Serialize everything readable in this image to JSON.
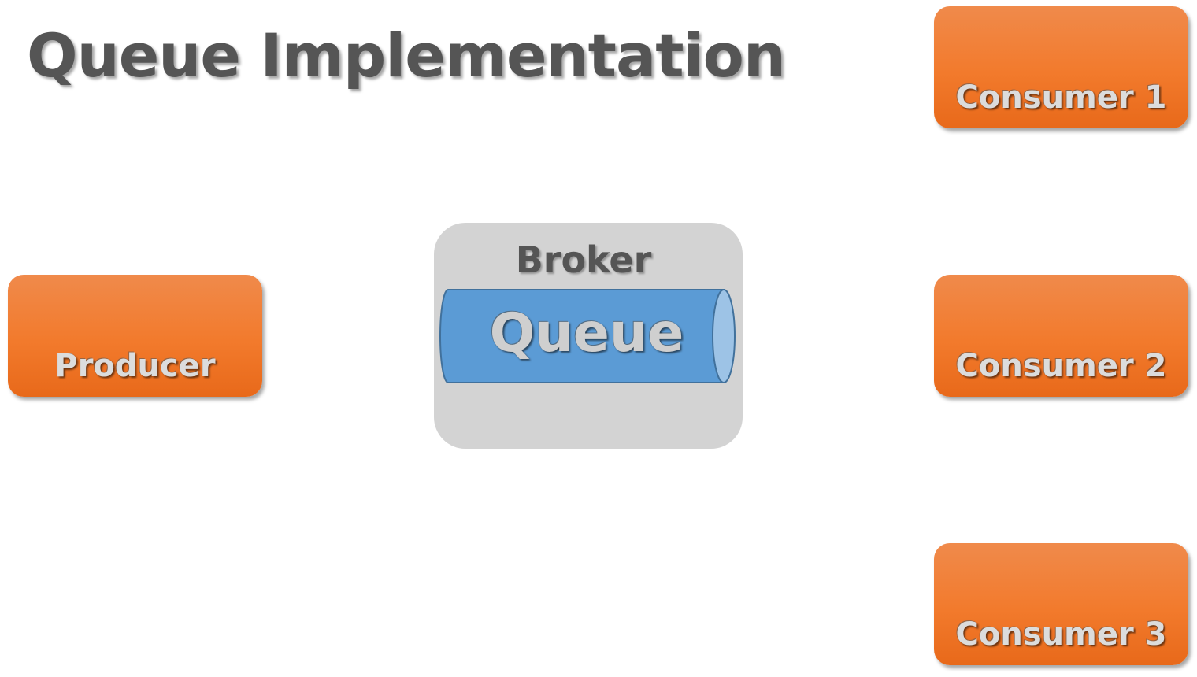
{
  "title": "Queue Implementation",
  "producer": {
    "label": "Producer"
  },
  "broker": {
    "label": "Broker",
    "queue_label": "Queue"
  },
  "consumers": [
    {
      "label": "Consumer 1"
    },
    {
      "label": "Consumer 2"
    },
    {
      "label": "Consumer 3"
    }
  ],
  "colors": {
    "box_orange": "#f27a2c",
    "broker_gray": "#d3d3d3",
    "queue_blue": "#5b9bd5",
    "queue_end_blue": "#9dc3e6",
    "title_gray": "#555555"
  }
}
